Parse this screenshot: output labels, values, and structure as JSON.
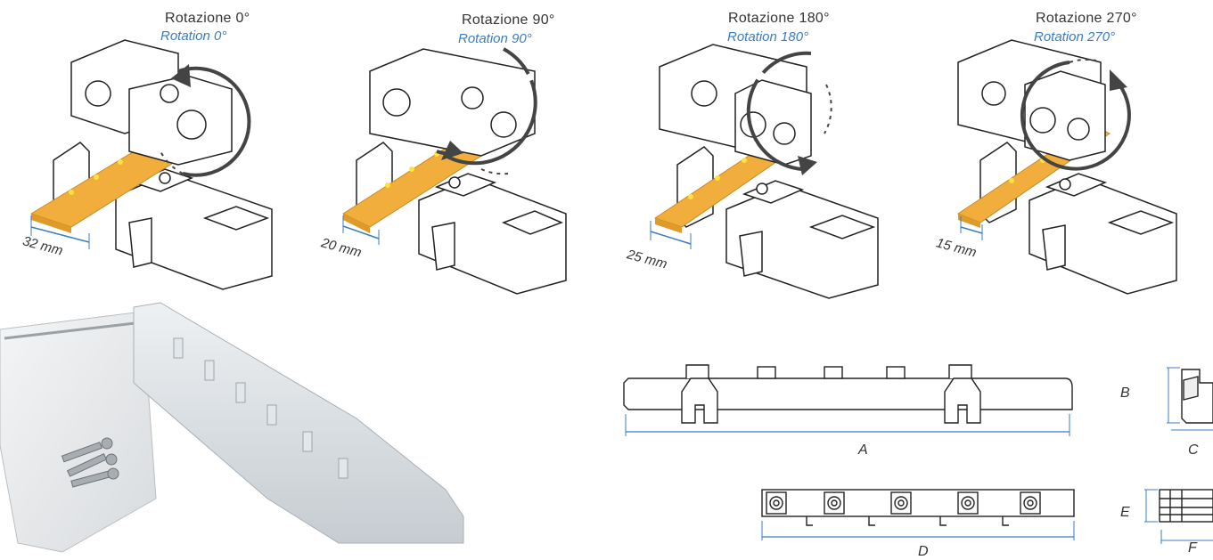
{
  "rotations": [
    {
      "title": "Rotazione 0°",
      "subtitle": "Rotation 0°",
      "width": "32 mm"
    },
    {
      "title": "Rotazione 90°",
      "subtitle": "Rotation 90°",
      "width": "20 mm"
    },
    {
      "title": "Rotazione 180°",
      "subtitle": "Rotation 180°",
      "width": "25 mm"
    },
    {
      "title": "Rotazione 270°",
      "subtitle": "Rotation 270°",
      "width": "15 mm"
    }
  ],
  "dimensions": {
    "a": "A",
    "b": "B",
    "c": "C",
    "d": "D",
    "e": "E",
    "f": "F"
  },
  "colors": {
    "busbar": "#f2ae3c",
    "dimension_line": "#3a7dc0",
    "arrow": "#444444"
  }
}
